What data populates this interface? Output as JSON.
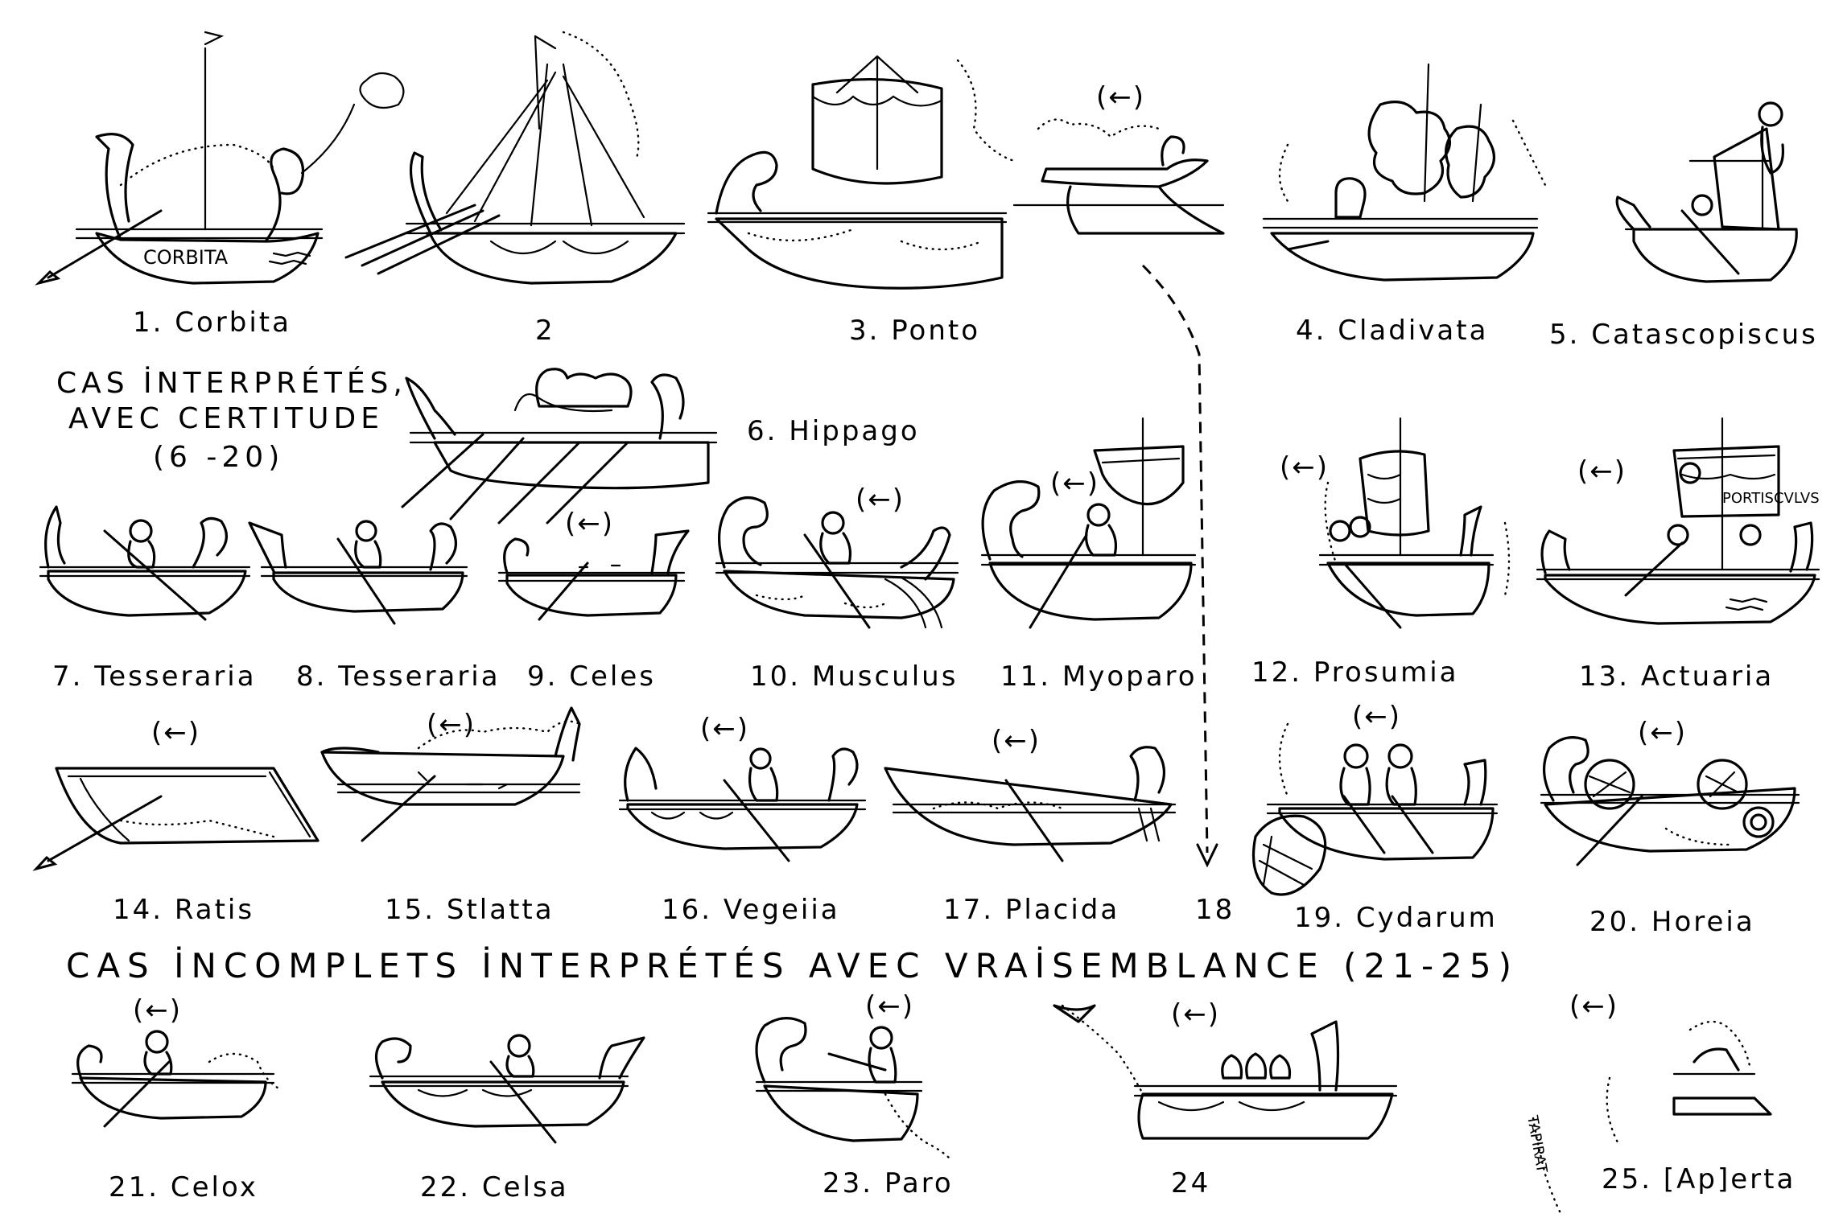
{
  "headings": {
    "certain_line1": "CAS İNTERPRÉTÉS,",
    "certain_line2": "AVEC CERTITUDE",
    "certain_line3": "(6 -20)",
    "incomplete": "CAS İNCOMPLETS İNTERPRÉTÉS AVEC VRAİSEMBLANCE (21-25)"
  },
  "direction_marker": "(←)",
  "inscriptions": {
    "corbita_hull": "CORBITA",
    "portisculus": "PORTISCVLVS",
    "fragment_25": "TAPIRAT"
  },
  "ships": [
    {
      "label": "1. Corbita"
    },
    {
      "label": "2"
    },
    {
      "label": "3. Ponto"
    },
    {
      "label": "4. Cladivata"
    },
    {
      "label": "5. Catascopiscus"
    },
    {
      "label": "6. Hippago"
    },
    {
      "label": "7. Tesseraria"
    },
    {
      "label": "8. Tesseraria"
    },
    {
      "label": "9. Celes"
    },
    {
      "label": "10. Musculus"
    },
    {
      "label": "11. Myoparo"
    },
    {
      "label": "12. Prosumia"
    },
    {
      "label": "13. Actuaria"
    },
    {
      "label": "14. Ratis"
    },
    {
      "label": "15. Stlatta"
    },
    {
      "label": "16. Vegeiia"
    },
    {
      "label": "17. Placida"
    },
    {
      "label": "18"
    },
    {
      "label": "19. Cydarum"
    },
    {
      "label": "20. Horeia"
    },
    {
      "label": "21. Celox"
    },
    {
      "label": "22. Celsa"
    },
    {
      "label": "23. Paro"
    },
    {
      "label": "24"
    },
    {
      "label": "25. [Ap]erta"
    }
  ]
}
